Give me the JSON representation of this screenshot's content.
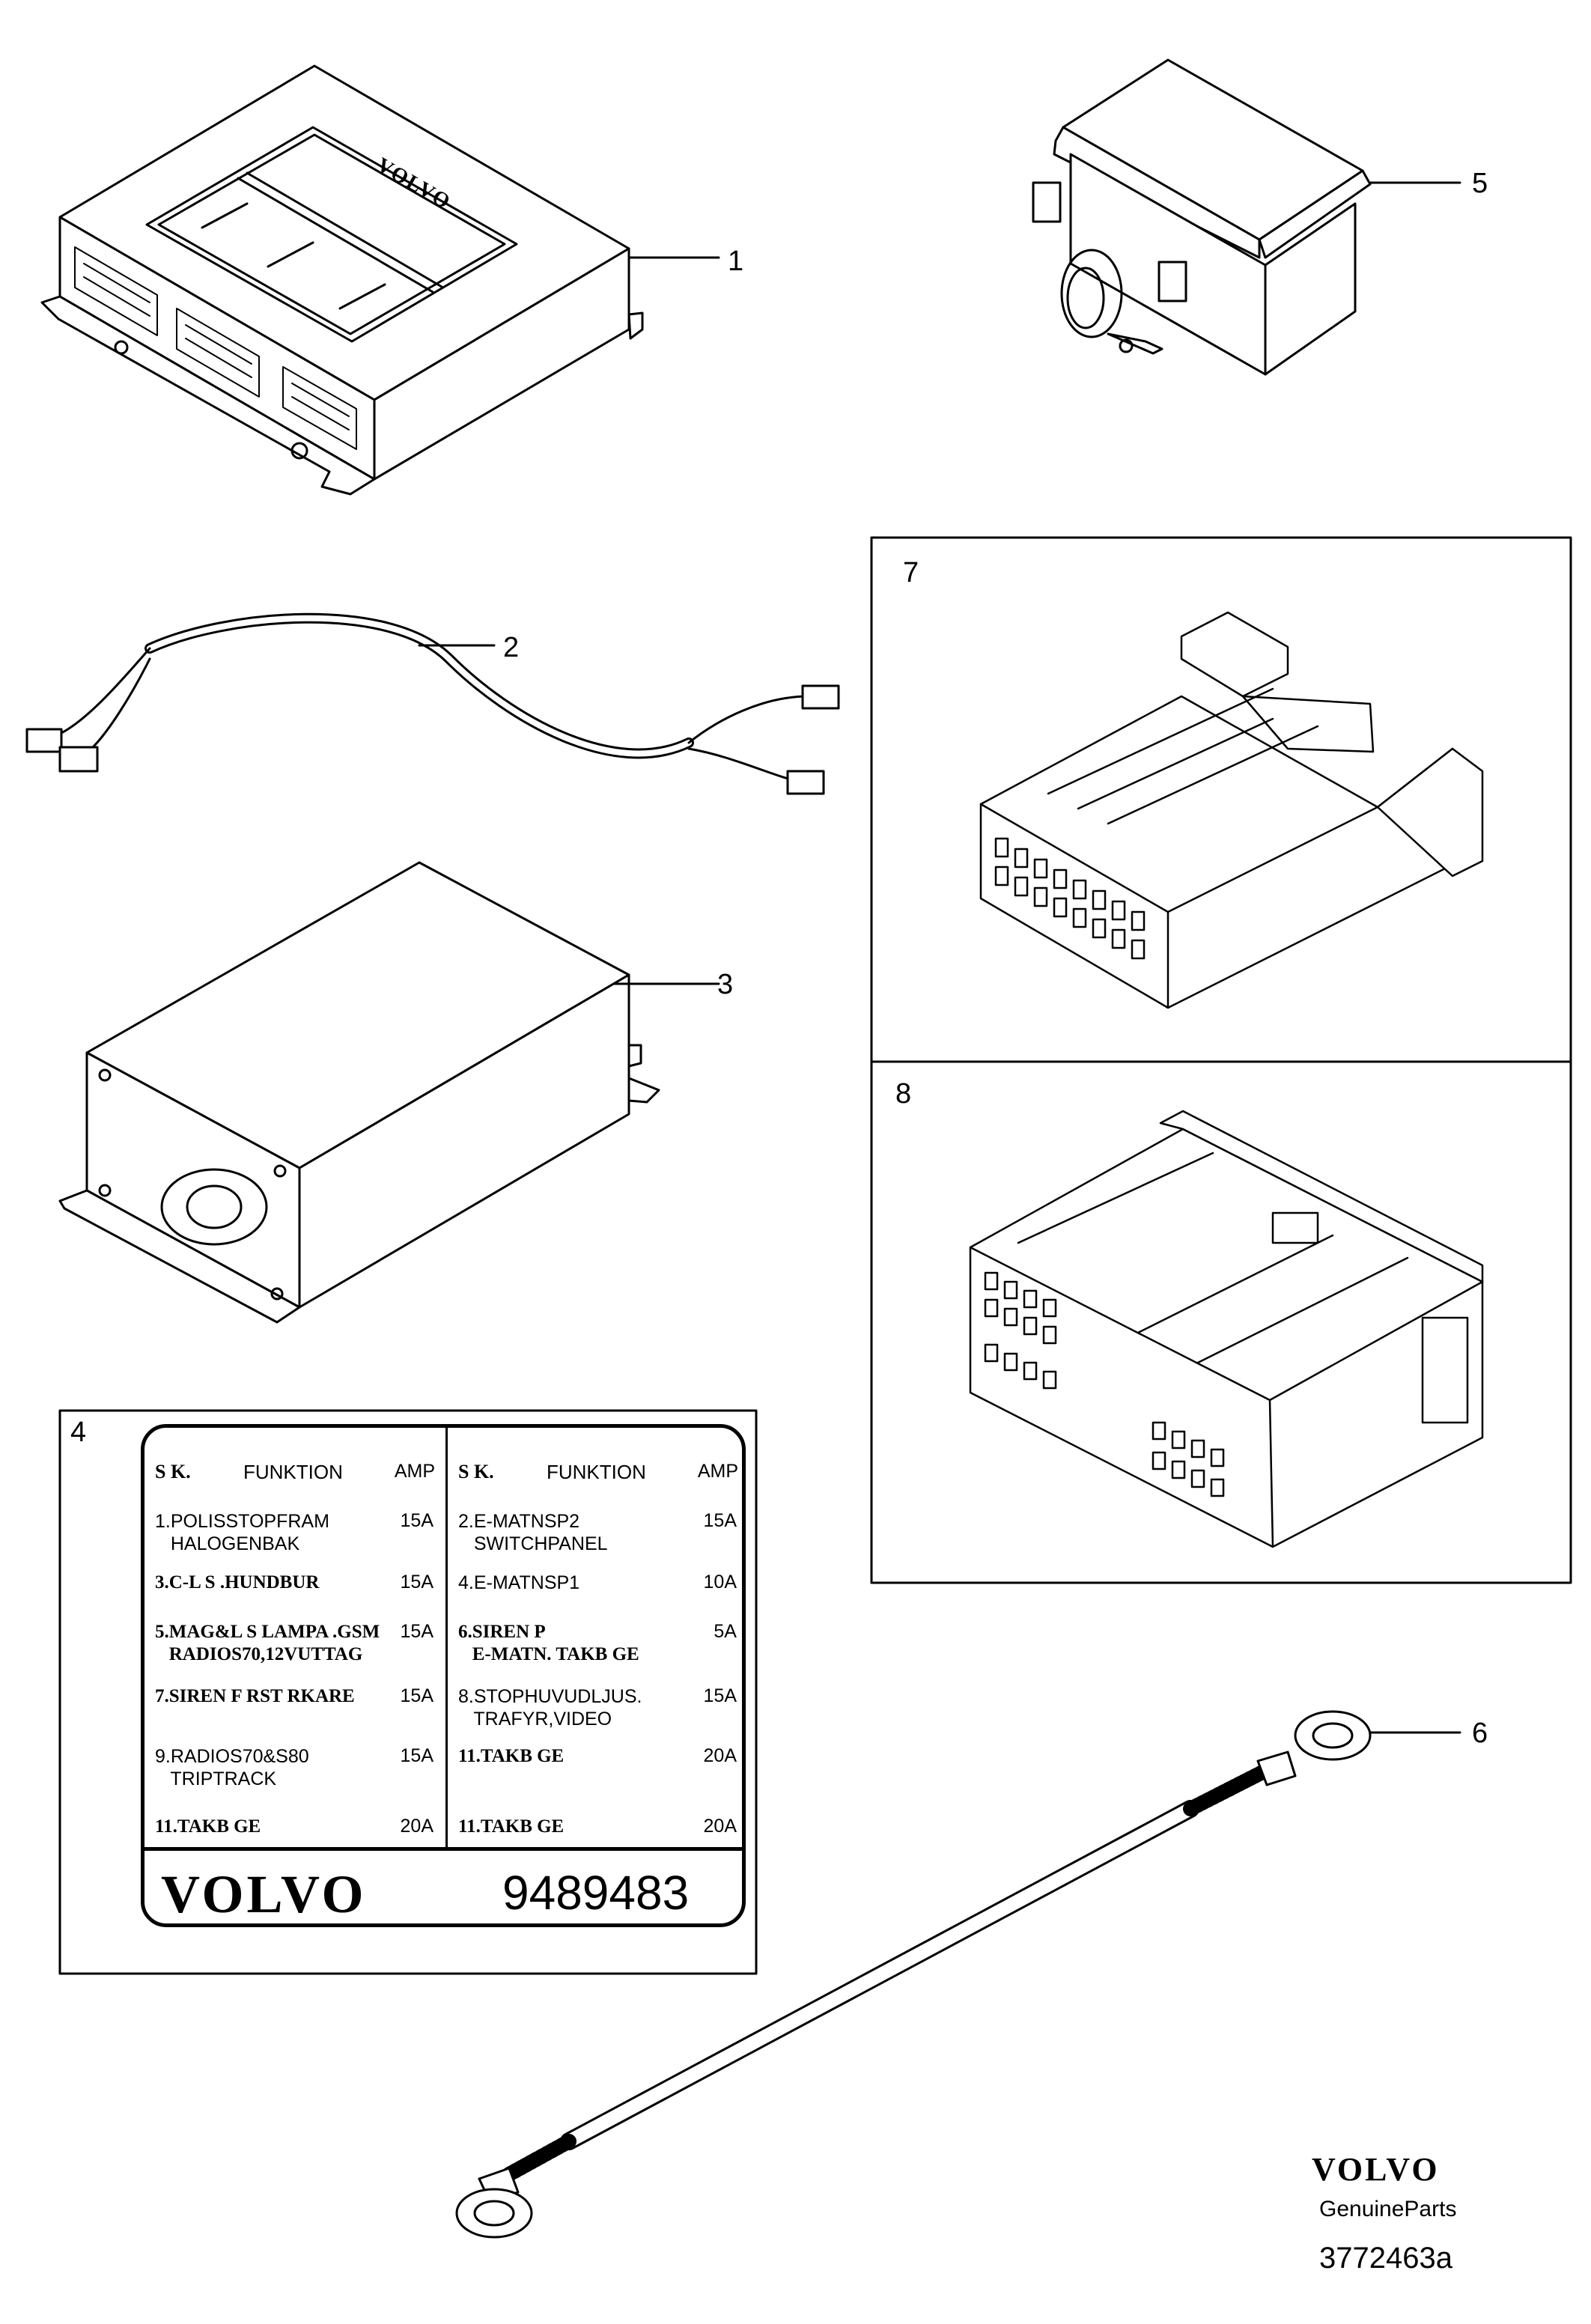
{
  "callouts": {
    "c1": "1",
    "c2": "2",
    "c3": "3",
    "c4": "4",
    "c5": "5",
    "c6": "6",
    "c7": "7",
    "c8": "8"
  },
  "module_brand": "VOLVO",
  "label": {
    "header": {
      "sk": "S K.",
      "funktion": "FUNKTION",
      "amp": "AMP"
    },
    "left": [
      {
        "text": "1.POLISSTOPFRAM\n   HALOGENBAK",
        "amp": "15A",
        "bold": false
      },
      {
        "text": "3.C-L S .HUNDBUR",
        "amp": "15A",
        "bold": true
      },
      {
        "text": "5.MAG&L S LAMPA .GSM\n   RADIOS70,12VUTTAG",
        "amp": "15A",
        "bold": true
      },
      {
        "text": "7.SIREN F RST RKARE",
        "amp": "15A",
        "bold": true
      },
      {
        "text": "9.RADIOS70&S80\n   TRIPTRACK",
        "amp": "15A",
        "bold": false
      },
      {
        "text": "11.TAKB GE",
        "amp": "20A",
        "bold": true
      }
    ],
    "right": [
      {
        "text": "2.E-MATNSP2\n   SWITCHPANEL",
        "amp": "15A",
        "bold": false
      },
      {
        "text": "4.E-MATNSP1",
        "amp": "10A",
        "bold": false
      },
      {
        "text": "6.SIREN P\n   E-MATN. TAKB GE",
        "amp": "5A",
        "bold": true
      },
      {
        "text": "8.STOPHUVUDLJUS.\n   TRAFYR,VIDEO",
        "amp": "15A",
        "bold": false
      },
      {
        "text": "11.TAKB GE",
        "amp": "20A",
        "bold": true
      },
      {
        "text": "11.TAKB GE",
        "amp": "20A",
        "bold": true
      }
    ],
    "brand": "VOLVO",
    "part_number": "9489483"
  },
  "footer": {
    "brand": "VOLVO",
    "subtitle": "GenuineParts",
    "reference": "3772463a"
  },
  "colors": {
    "line": "#000000",
    "background": "#ffffff"
  }
}
